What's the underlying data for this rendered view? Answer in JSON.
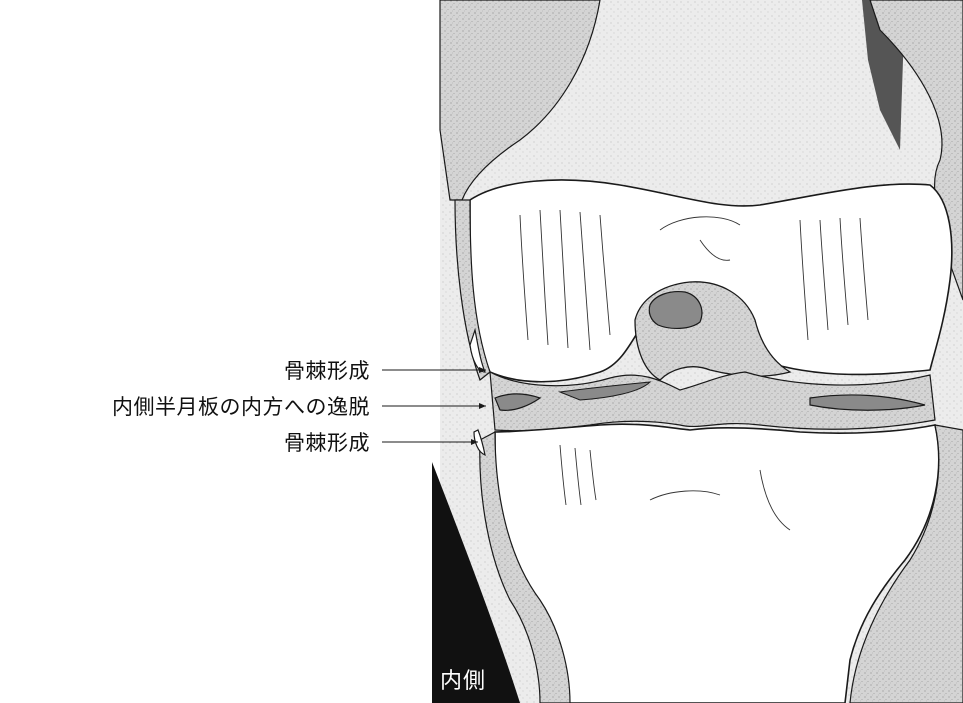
{
  "annotations": {
    "osteophyte_upper": "骨棘形成",
    "meniscus_extrusion": "内側半月板の内方への逸脱",
    "osteophyte_lower": "骨棘形成"
  },
  "side_label": "内側",
  "colors": {
    "stipple": "#c9c9c9",
    "bone_fill": "#ffffff",
    "meniscus": "#8a8a8a",
    "outline": "#1a1a1a",
    "side_triangle": "#111111"
  }
}
